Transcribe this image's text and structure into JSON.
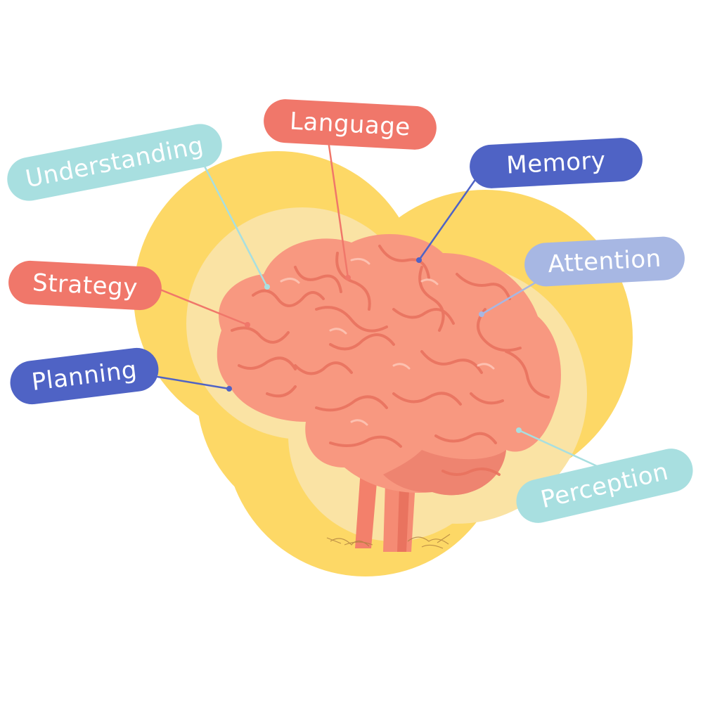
{
  "labels": {
    "understanding": "Understanding",
    "language": "Language",
    "memory": "Memory",
    "strategy": "Strategy",
    "attention": "Attention",
    "planning": "Planning",
    "perception": "Perception"
  },
  "colors": {
    "blob": "#fdd866",
    "halo": "#fae3a4",
    "brain": "#f89880",
    "brain_shadow": "#e9735f",
    "teal": "#a8dfe0",
    "coral": "#f0776a",
    "navy": "#4f63c5",
    "lavender": "#a7b7e3"
  }
}
